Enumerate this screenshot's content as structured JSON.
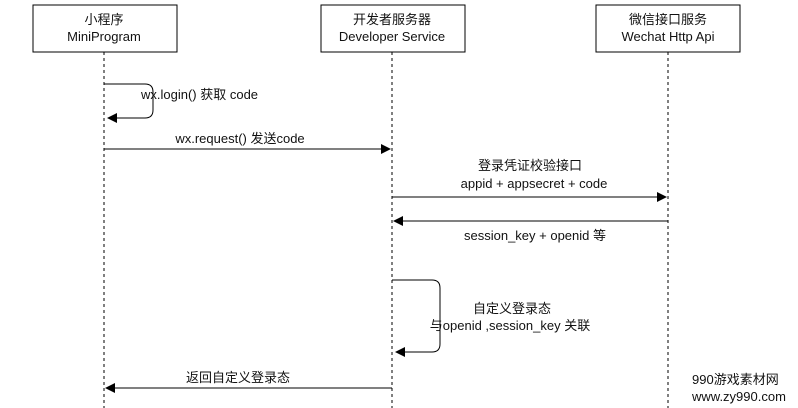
{
  "participants": [
    {
      "id": "mini",
      "name_cn": "小程序",
      "name_en": "MiniProgram"
    },
    {
      "id": "dev",
      "name_cn": "开发者服务器",
      "name_en": "Developer Service"
    },
    {
      "id": "wx",
      "name_cn": "微信接口服务",
      "name_en": "Wechat Http Api"
    }
  ],
  "messages": [
    {
      "id": "m1",
      "from": "mini",
      "to": "mini",
      "kind": "self",
      "label_lines": [
        "wx.login() 获取 code"
      ]
    },
    {
      "id": "m2",
      "from": "mini",
      "to": "dev",
      "kind": "sync",
      "label_lines": [
        "wx.request() 发送code"
      ]
    },
    {
      "id": "m3",
      "from": "dev",
      "to": "wx",
      "kind": "sync",
      "label_lines": [
        "登录凭证校验接口",
        "appid + appsecret + code"
      ]
    },
    {
      "id": "m4",
      "from": "wx",
      "to": "dev",
      "kind": "return",
      "label_lines": [
        "session_key + openid 等"
      ]
    },
    {
      "id": "m5",
      "from": "dev",
      "to": "dev",
      "kind": "self",
      "label_lines": [
        "自定义登录态",
        "与openid ,session_key 关联"
      ]
    },
    {
      "id": "m6",
      "from": "dev",
      "to": "mini",
      "kind": "return",
      "label_lines": [
        "返回自定义登录态"
      ]
    }
  ],
  "watermark": {
    "line1": "990游戏素材网",
    "line2": "www.zy990.com"
  },
  "colors": {
    "line": "#000000",
    "text": "#111111",
    "watermark": "#c9c9c9",
    "background": "#ffffff"
  }
}
